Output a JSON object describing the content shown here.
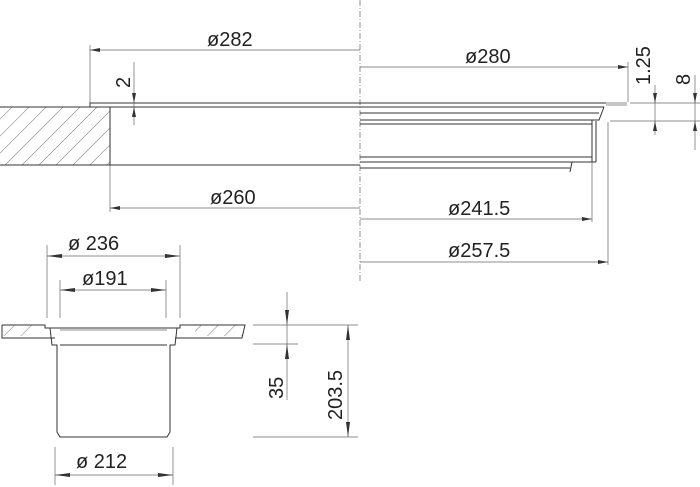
{
  "top_view": {
    "dim_outer_cutout": "ø282",
    "dim_flange": "ø280",
    "dim_rebate_depth": "2",
    "dim_flange_thickness": "1.25",
    "dim_total_rim": "8",
    "dim_cutout": "ø260",
    "dim_inner_body": "ø241.5",
    "dim_outer_body": "ø257.5"
  },
  "side_view": {
    "dim_top": "ø 236",
    "dim_inner_top": "ø191",
    "dim_bottom": "ø 212",
    "dim_rim_depth": "35",
    "dim_total_height": "203.5"
  },
  "colors": {
    "line": "#333333",
    "background": "#ffffff"
  }
}
